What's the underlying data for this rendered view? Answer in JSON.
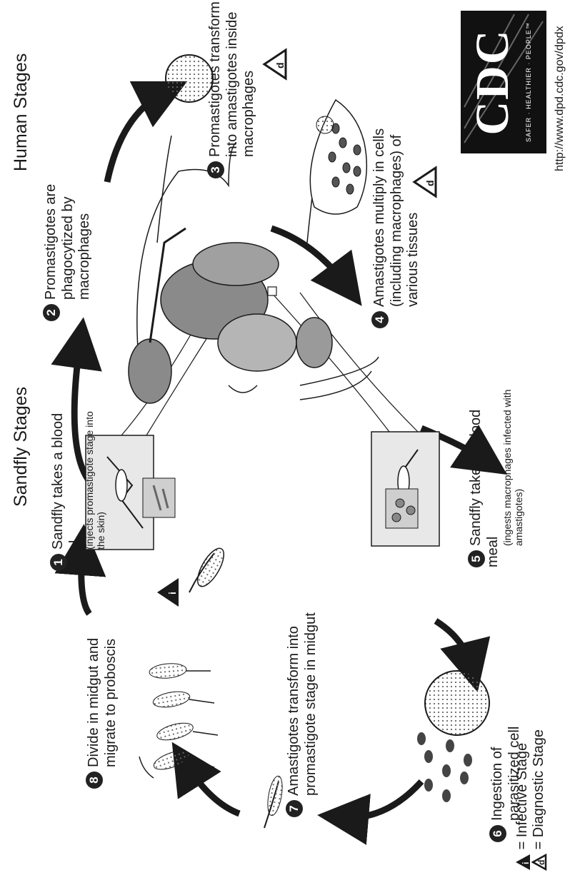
{
  "headers": {
    "sandfly": "Sandfly Stages",
    "human": "Human Stages"
  },
  "steps": [
    {
      "n": "1",
      "text": "Sandfly takes a blood meal",
      "sub": "(injects promastigote stage into the skin)"
    },
    {
      "n": "2",
      "lines": [
        "Promastigotes are",
        "phagocytized by",
        "macrophages"
      ]
    },
    {
      "n": "3",
      "lines": [
        "Promastigotes transform",
        "into amastigotes inside",
        "macrophages"
      ]
    },
    {
      "n": "4",
      "lines": [
        "Amastigotes multiply in cells",
        "(including macrophages) of",
        "various tissues"
      ]
    },
    {
      "n": "5",
      "text": "Sandfly takes a blood meal",
      "sub": "(ingests macrophages infected with amastigotes)"
    },
    {
      "n": "6",
      "lines": [
        "Ingestion of",
        "parasitized cell"
      ]
    },
    {
      "n": "7",
      "lines": [
        "Amastigotes transform into",
        "promastigote stage in midgut"
      ]
    },
    {
      "n": "8",
      "lines": [
        "Divide in midgut and",
        "migrate to proboscis"
      ]
    }
  ],
  "legend": {
    "infective_symbol": "i",
    "infective_text": "= Infective Stage",
    "diagnostic_symbol": "d",
    "diagnostic_text": "= Diagnostic Stage"
  },
  "logo": {
    "text": "CDC",
    "tagline": "SAFER · HEALTHIER · PEOPLE™"
  },
  "url": "http://www.dpd.cdc.gov/dpdx",
  "colors": {
    "ink": "#1a1a1a",
    "panel": "#e8e8e8",
    "organ": "#8a8a8a"
  }
}
